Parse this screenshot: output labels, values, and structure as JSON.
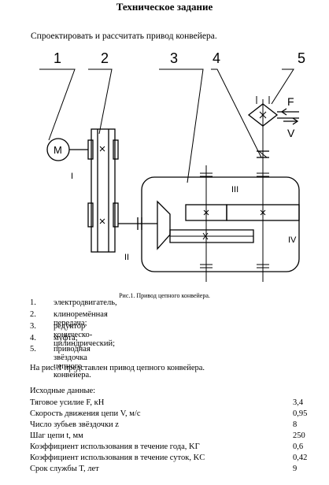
{
  "document": {
    "title": "Техническое задание",
    "intro": "Спроектировать и рассчитать привод конвейера."
  },
  "figure": {
    "callouts": [
      "1",
      "2",
      "3",
      "4",
      "5"
    ],
    "shaft_labels": [
      "I",
      "II",
      "III",
      "IV"
    ],
    "force_label": "F",
    "velocity_label": "V",
    "motor_label": "M",
    "caption": "Рис.1. Привод цепного конвейера."
  },
  "legend": [
    {
      "num": "1.",
      "text": "электродвигатель,"
    },
    {
      "num": "2.",
      "text": "клиноремённая передача;"
    },
    {
      "num": "3.",
      "text": "редуктор коническо-цилиндрический;"
    },
    {
      "num": "4.",
      "text": "муфта;"
    },
    {
      "num": "5.",
      "text": "приводная звёздочка цепного конвейера."
    }
  ],
  "reference_text": "На рис. 1 представлен привод цепного конвейера.",
  "parameters": {
    "heading": "Исходные данные:",
    "rows": [
      {
        "label": "Тяговое усилие F, кН",
        "value": "3,4"
      },
      {
        "label": "Скорость движения цепи V, м/с",
        "value": "0,95"
      },
      {
        "label": "Число зубьев звёздочки z",
        "value": "8"
      },
      {
        "label": "Шаг цепи t, мм",
        "value": "250"
      },
      {
        "label": "Коэффициент использования в течение года, KГ",
        "value": "0,6"
      },
      {
        "label": "Коэффициент использования в течение суток, KС",
        "value": "0,42"
      },
      {
        "label": "Срок службы T, лет",
        "value": "9"
      }
    ]
  }
}
